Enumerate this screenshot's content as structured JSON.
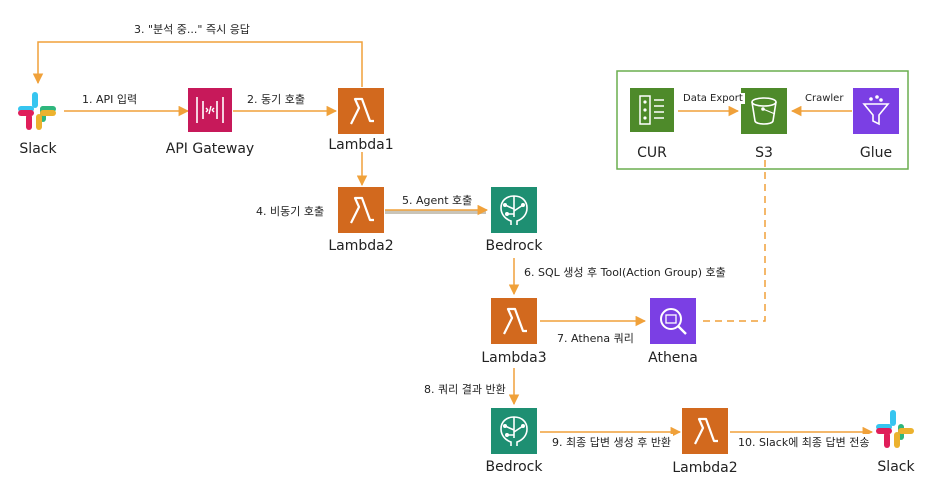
{
  "nodes": {
    "slack_left": "Slack",
    "api_gateway": "API Gateway",
    "lambda1": "Lambda1",
    "lambda2_top": "Lambda2",
    "bedrock_top": "Bedrock",
    "lambda3": "Lambda3",
    "athena": "Athena",
    "bedrock_bottom": "Bedrock",
    "lambda2_bottom": "Lambda2",
    "slack_right": "Slack",
    "cur": "CUR",
    "s3": "S3",
    "glue": "Glue"
  },
  "edges": {
    "e1": "1. API  입력",
    "e2": "2. 동기 호출",
    "e3": "3. \"분석 중...\" 즉시 응답",
    "e4": "4. 비동기 호출",
    "e5": "5. Agent 호출",
    "e6": "6. SQL 생성 후 Tool(Action Group) 호출",
    "e7": "7. Athena 쿼리",
    "e8": "8. 쿼리 결과 반환",
    "e9": "9. 최종 답변 생성 후 반환",
    "e10": "10. Slack에 최종 답변 전송",
    "data_export": "Data Export",
    "crawler": "Crawler"
  },
  "colors": {
    "arrow": "#F0A13A",
    "lambda": "#D2691E",
    "api_gateway": "#C7195A",
    "bedrock": "#1E8F72",
    "athena": "#7B3FE4",
    "glue": "#7B3FE4",
    "cur": "#4E8A2A",
    "s3": "#4E8A2A",
    "group_border": "#6AAE4F"
  }
}
